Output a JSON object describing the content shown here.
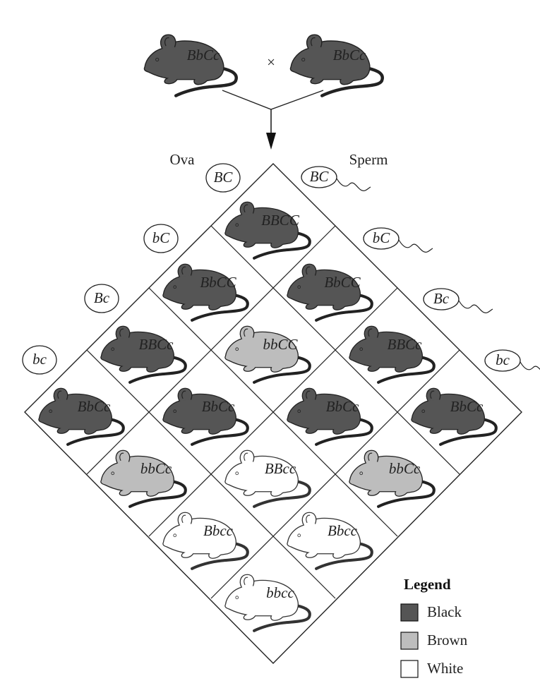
{
  "parents": [
    {
      "genotype": "BbCc",
      "phenotype": "black"
    },
    {
      "genotype": "BbCc",
      "phenotype": "black"
    }
  ],
  "cross_symbol": "×",
  "labels": {
    "ova": "Ova",
    "sperm": "Sperm"
  },
  "ova_gametes": [
    "BC",
    "bC",
    "Bc",
    "bc"
  ],
  "sperm_gametes": [
    "BC",
    "bC",
    "Bc",
    "bc"
  ],
  "offspring": [
    [
      "BBCC",
      "BbCC",
      "BBCc",
      "BbCc"
    ],
    [
      "BbCC",
      "bbCC",
      "BbCc",
      "bbCc"
    ],
    [
      "BBCc",
      "BbCc",
      "BBcc",
      "Bbcc"
    ],
    [
      "BbCc",
      "bbCc",
      "Bbcc",
      "bbcc"
    ]
  ],
  "phenotypes": [
    [
      "black",
      "black",
      "black",
      "black"
    ],
    [
      "black",
      "brown",
      "black",
      "brown"
    ],
    [
      "black",
      "black",
      "white",
      "white"
    ],
    [
      "black",
      "brown",
      "white",
      "white"
    ]
  ],
  "colors": {
    "black": "#555555",
    "brown": "#bdbdbd",
    "white": "#ffffff",
    "line": "#222222"
  },
  "legend": {
    "title": "Legend",
    "items": [
      {
        "label": "Black",
        "phenotype": "black"
      },
      {
        "label": "Brown",
        "phenotype": "brown"
      },
      {
        "label": "White",
        "phenotype": "white"
      }
    ]
  }
}
